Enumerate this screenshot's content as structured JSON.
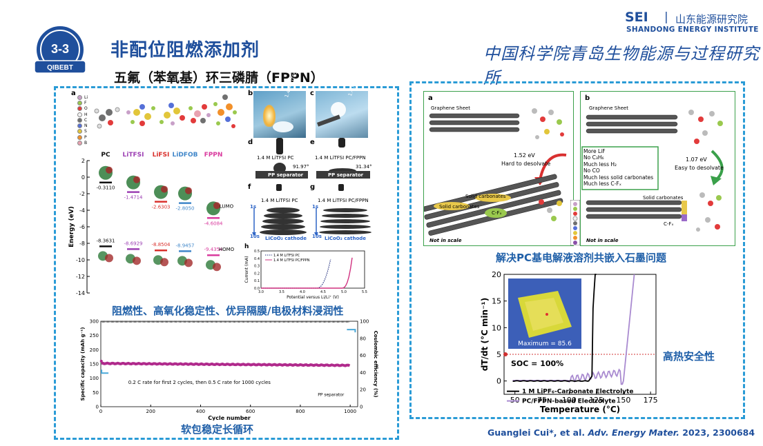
{
  "badge": {
    "number": "3-3",
    "label": "QIBEBT"
  },
  "title": "非配位阻燃添加剂",
  "subtitle": "五氟（苯氧基）环三磷腈（FPPN）",
  "logo": {
    "sei": "SEI",
    "sep": "|",
    "org_cn": "山东能源研究院",
    "org_en": "SHANDONG ENERGY INSTITUTE",
    "cas": "中国科学院青岛生物能源与过程研究所"
  },
  "left": {
    "panel_a": {
      "letter": "a",
      "legend": [
        "Li",
        "F",
        "O",
        "H",
        "C",
        "N",
        "S",
        "P",
        "B"
      ],
      "legend_colors": [
        "#c8a0c8",
        "#9ac94e",
        "#e23b3b",
        "#f2f2f2",
        "#707070",
        "#5570d8",
        "#e2c63a",
        "#f2902a",
        "#e8a2b0"
      ],
      "headers": [
        {
          "text": "PC",
          "color": "#111111"
        },
        {
          "text": "LiTFSI",
          "color": "#9c3fb3"
        },
        {
          "text": "LiFSI",
          "color": "#d9302c"
        },
        {
          "text": "LiDFOB",
          "color": "#3f86c9"
        },
        {
          "text": "FPPN",
          "color": "#d93b9e"
        }
      ],
      "ylabel": "Energy (eV)",
      "yticks": [
        "2",
        "0",
        "-2",
        "-4",
        "-6",
        "-8",
        "-10",
        "-12",
        "-14"
      ],
      "lumo": [
        "-0.3110",
        "-1.4714",
        "-2.6303",
        "-2.8050",
        "-4.6084"
      ],
      "homo": [
        "-8.3631",
        "-8.6929",
        "-8.8504",
        "-8.9457",
        "-9.4354"
      ],
      "lumo_label": "LUMO",
      "homo_label": "HOMO"
    },
    "panel_b": {
      "letter": "b",
      "text": "1.4 M LiTFSI PC"
    },
    "panel_c": {
      "letter": "c",
      "text": "1.4 M LiTFSI PC/FPPN"
    },
    "panel_d": {
      "letter": "d",
      "label": "1.4 M LiTFSI PC",
      "angle": "91.97°",
      "sep": "PP separator"
    },
    "panel_e": {
      "letter": "e",
      "label": "1.4 M LiTFSI PC/FPPN",
      "angle": "31.34°",
      "sep": "PP separator"
    },
    "panel_f": {
      "letter": "f",
      "label": "1.4 M LiTFSI PC",
      "top": "1s",
      "bottom": "10s",
      "cathode": "LiCoO₂ cathode"
    },
    "panel_g": {
      "letter": "g",
      "label": "1.4 M LiTFSI PC/FPPN",
      "top": "1s",
      "bottom": "10s",
      "cathode": "LiCoO₂ cathode"
    },
    "panel_h": {
      "letter": "h",
      "legend": [
        "1.4 M LiTFSI PC",
        "1.4 M LiTFSI PC/FPPN"
      ],
      "ylabel": "Current (mA)",
      "xlabel": "Potential versus Li/Li⁺ (V)",
      "xticks": [
        "3.0",
        "3.5",
        "4.0",
        "4.5",
        "5.0",
        "5.5"
      ],
      "yticks": [
        "0.0",
        "0.1",
        "0.2",
        "0.3",
        "0.4",
        "0.5"
      ]
    },
    "caption1": "阻燃性、高氧化稳定性、优异隔膜/电极材料浸润性",
    "cycle_chart": {
      "ylabel_left": "Specific capacity (mAh g⁻¹)",
      "ylabel_right": "Coulombic efficiency (%)",
      "xlabel": "Cycle number",
      "xticks": [
        "0",
        "200",
        "400",
        "600",
        "800",
        "1000"
      ],
      "yticks_left": [
        "0",
        "50",
        "100",
        "150",
        "200",
        "250",
        "300"
      ],
      "yticks_right": [
        "0",
        "20",
        "40",
        "60",
        "80",
        "100"
      ],
      "note": "0.2 C rate for first 2 cycles, then 0.5 C rate for 1000 cycles",
      "sep": "PP separator"
    },
    "caption2": "软包稳定长循环"
  },
  "right": {
    "panel_a": {
      "letter": "a",
      "sheet": "Graphene Sheet",
      "energy": "1.52 eV",
      "desc": "Hard to desolvate",
      "solid1": "Solid carbonates",
      "solid2": "Solid carbonates",
      "cfx": "C-Fₓ",
      "scale": "Not in scale"
    },
    "panel_b": {
      "letter": "b",
      "sheet": "Graphene Sheet",
      "energy": "1.07 eV",
      "desc": "Easy to desolvate",
      "solid": "Solid carbonates",
      "cfx": "C-Fₓ",
      "scale": "Not in scale",
      "list": [
        "More LiF",
        "No C₃H₆",
        "Much less H₂",
        "No CO",
        "Much less solid carbonates",
        "Much less C-Fₓ"
      ]
    },
    "caption1": "解决PC基电解液溶剂共嵌入石墨问题",
    "thermal": {
      "ylabel": "dT/dt (°C min⁻¹)",
      "xlabel": "Temperature (°C)",
      "xticks": [
        "50",
        "75",
        "100",
        "125",
        "150",
        "175"
      ],
      "yticks": [
        "0",
        "5",
        "10",
        "15",
        "20"
      ],
      "maximum": "Maximum = 85.6",
      "soc": "SOC = 100%",
      "legend": [
        "1 M LiPF₆-Carbonate Electrolyte",
        "PC/FPPN-based Electrolyte"
      ],
      "legend_colors": [
        "#000000",
        "#a98ad0"
      ]
    },
    "caption2": "高热安全性"
  },
  "citation": {
    "author": "Guanglei Cui",
    "star": "*",
    "etal": ", et al. ",
    "journal": "Adv. Energy Mater.",
    "rest": " 2023, 2300684"
  }
}
